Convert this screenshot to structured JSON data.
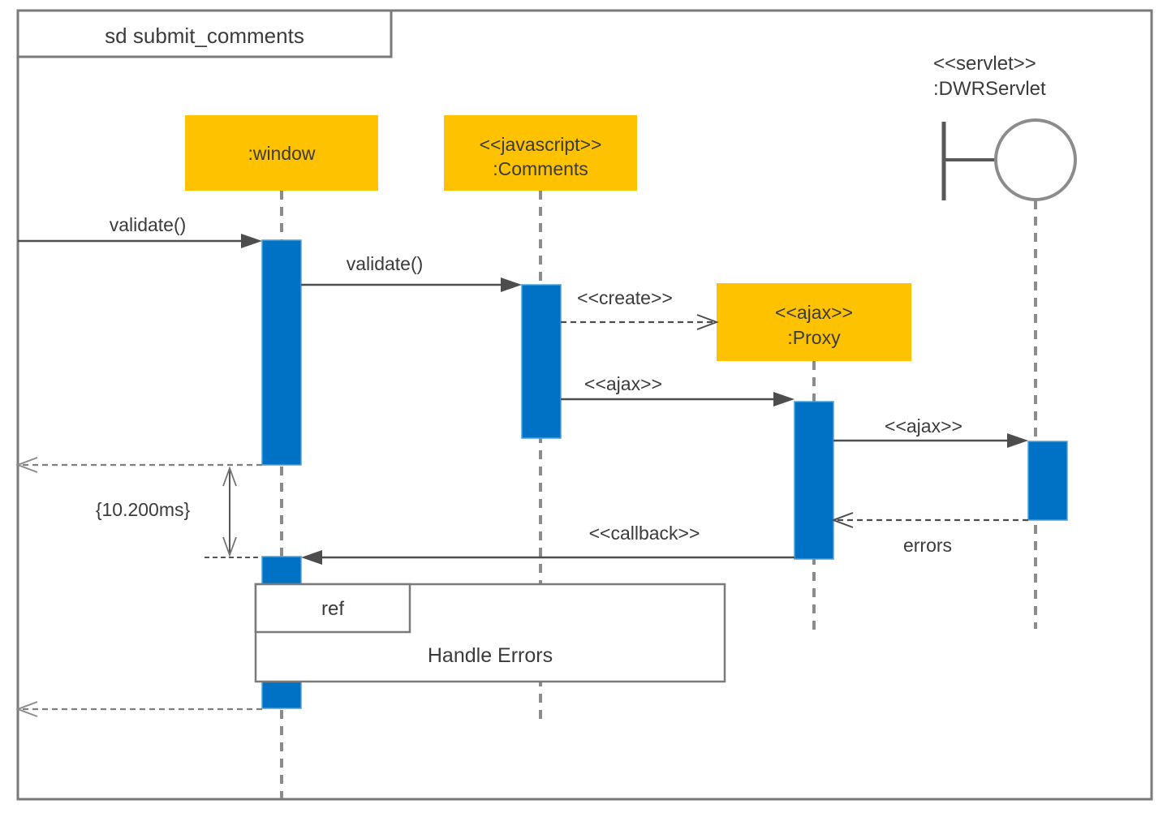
{
  "frame": {
    "title": "sd submit_comments"
  },
  "colors": {
    "head_fill": "#FFC200",
    "activation_fill": "#0072C6",
    "frame_stroke": "#7A7A7A"
  },
  "lifelines": {
    "window": {
      "name": ":window"
    },
    "comments": {
      "stereotype": "<<javascript>>",
      "name": ":Comments"
    },
    "proxy": {
      "stereotype": "<<ajax>>",
      "name": ":Proxy"
    },
    "servlet": {
      "stereotype": "<<servlet>>",
      "name": ":DWRServlet"
    }
  },
  "messages": {
    "validate1": "validate()",
    "validate2": "validate()",
    "create": "<<create>>",
    "ajax1": "<<ajax>>",
    "ajax2": "<<ajax>>",
    "errors": "errors",
    "callback": "<<callback>>",
    "duration_constraint": "{10.200ms}"
  },
  "ref_fragment": {
    "operator": "ref",
    "label": "Handle Errors"
  }
}
